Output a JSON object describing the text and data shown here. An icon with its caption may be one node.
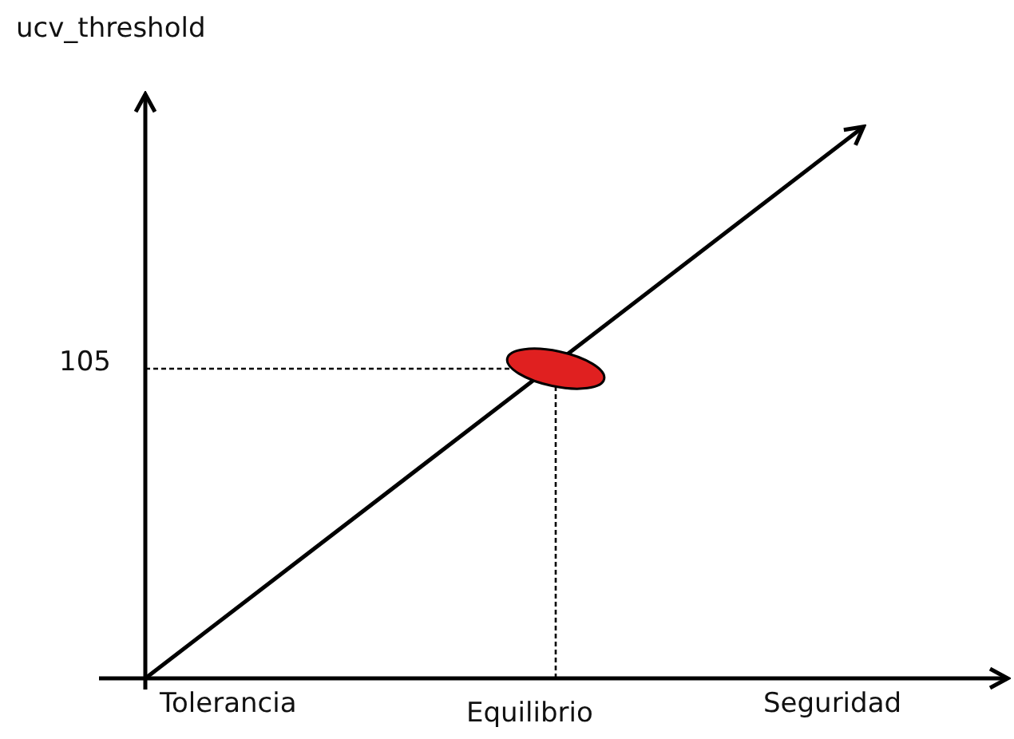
{
  "diagram": {
    "labels": [
      "ucv_threshold",
      "105",
      "Tolerancia",
      "Equilibrio",
      "Seguridad"
    ]
  }
}
